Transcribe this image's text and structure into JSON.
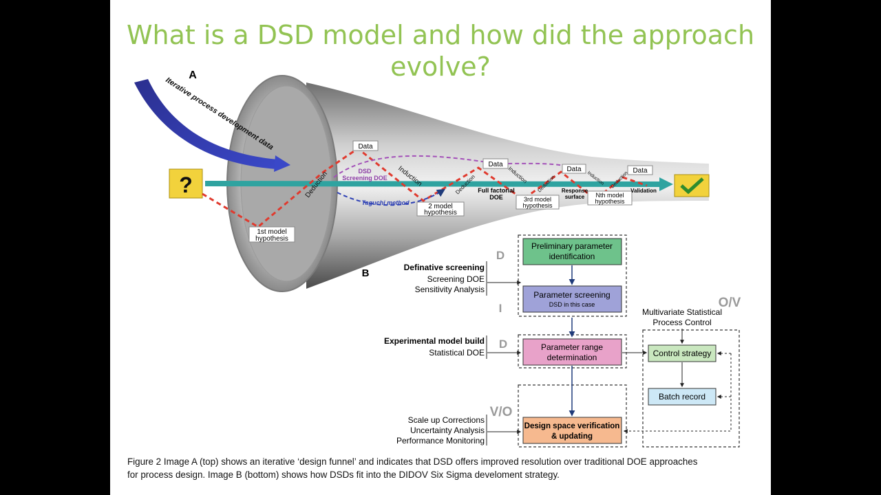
{
  "title": {
    "line1": "What is a DSD model and how did the approach",
    "line2": "evolve?"
  },
  "panelA": {
    "label": "A",
    "iterative": "Iterative process development data",
    "question": "?",
    "hyp1_l1": "1st model",
    "hyp1_l2": "hypothesis",
    "data": "Data",
    "hyp2_l1": "2  model",
    "hyp2_l2": "hypothesis",
    "hyp3_l1": "3rd model",
    "hyp3_l2": "hypothesis",
    "hypN_l1": "Nth model",
    "hypN_l2": "hypothesis",
    "deduction": "Deduction",
    "induction": "Induction",
    "dsd": "DSD",
    "screening_doe": "Screening DOE",
    "taguchi": "Taguchi method",
    "ff_l1": "Full factorial",
    "ff_l2": "DOE",
    "rs_l1": "Response",
    "rs_l2": "surface",
    "validation": "Validation"
  },
  "panelB": {
    "label": "B",
    "letter_d": "D",
    "letter_i": "I",
    "letter_vo": "V/O",
    "letter_ov": "O/V",
    "box1_l1": "Preliminary parameter",
    "box1_l2": "identification",
    "box2_l1": "Parameter screening",
    "box2_l2": "DSD in this case",
    "box3_l1": "Parameter range",
    "box3_l2": "determination",
    "box4_l1": "Design space verification",
    "box4_l2": "& updating",
    "control_strategy": "Control strategy",
    "batch_record": "Batch record",
    "mspc_l1": "Multivariate Statistical",
    "mspc_l2": "Process Control",
    "def_screening": "Definative screening",
    "screening_doe": "Screening DOE",
    "sensitivity": "Sensitivity Analysis",
    "exp_model": "Experimental model build",
    "stat_doe": "Statistical DOE",
    "scale_up": "Scale up Corrections",
    "uncertainty": "Uncertainty Analysis",
    "performance": "Performance Monitoring"
  },
  "caption": {
    "line1": "Figure 2 Image A (top) shows an iterative ‘design funnel’ and indicates that DSD offers improved  resolution over traditional DOE approaches",
    "line2": "for process design. Image B (bottom)  shows how DSDs fit into the DIDOV Six Sigma develoment  strategy."
  },
  "colors": {
    "title": "#92c353",
    "main_axis": "#2fa3a0",
    "red_path": "#e03a2e",
    "dsd_purple": "#a350b8",
    "taguchi_blue": "#2d40b5",
    "box_green": "#6ec28b",
    "box_purple": "#9fa2d8",
    "box_pink": "#e8a2c9",
    "box_orange": "#f6b98f",
    "box_lightgreen": "#c9e7bf",
    "box_lightblue": "#cde8f6",
    "question_box": "#f2d23c"
  }
}
